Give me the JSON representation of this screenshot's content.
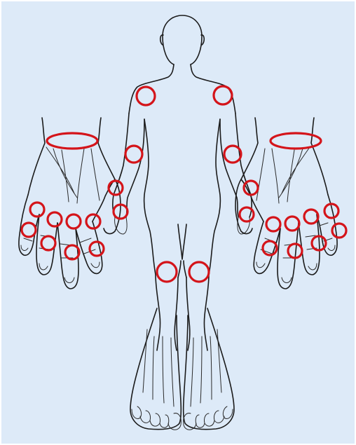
{
  "colors": {
    "background": "#ddeaf8",
    "outline": "#1b1b1b",
    "joint_marker": "#d4141a"
  },
  "figure": {
    "views": [
      "body-front",
      "left-hand-palm",
      "right-hand-palm",
      "feet"
    ]
  },
  "marked_joints": {
    "body": [
      "left-shoulder",
      "right-shoulder",
      "left-elbow",
      "right-elbow",
      "left-knee",
      "right-knee"
    ],
    "wrists": [
      "left-wrist",
      "right-wrist"
    ],
    "hand_joints_per_hand": 10,
    "hand_joints": [
      "thumb-mcp",
      "thumb-ip",
      "index-mcp",
      "index-pip",
      "middle-mcp",
      "middle-pip",
      "ring-mcp",
      "ring-pip",
      "little-mcp",
      "little-pip"
    ]
  }
}
